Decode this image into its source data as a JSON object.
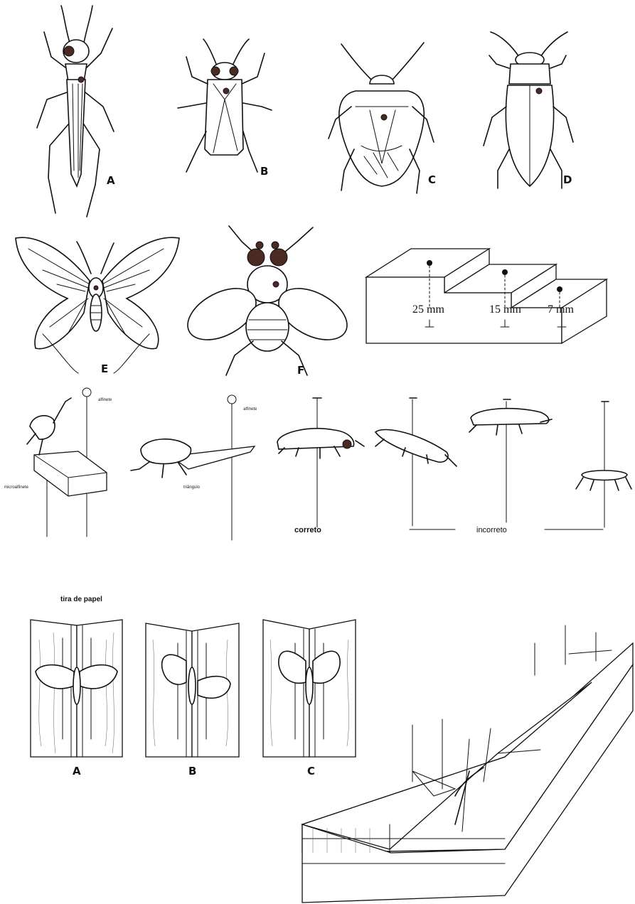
{
  "insect_labels": [
    "A",
    "B",
    "C",
    "D",
    "E",
    "F"
  ],
  "step_block": {
    "depths": [
      "25 mm",
      "15 mm",
      "7 mm"
    ]
  },
  "pinning": {
    "pin_label_1": "alfinete",
    "pin_label_2": "alfinete",
    "microalfinete": "microalfinete",
    "triangulo": "triângulo",
    "correct": "correto",
    "incorrect": "incorreto"
  },
  "spreading": {
    "paper_strip": "tira de papel",
    "board_labels": [
      "A",
      "B",
      "C"
    ]
  }
}
